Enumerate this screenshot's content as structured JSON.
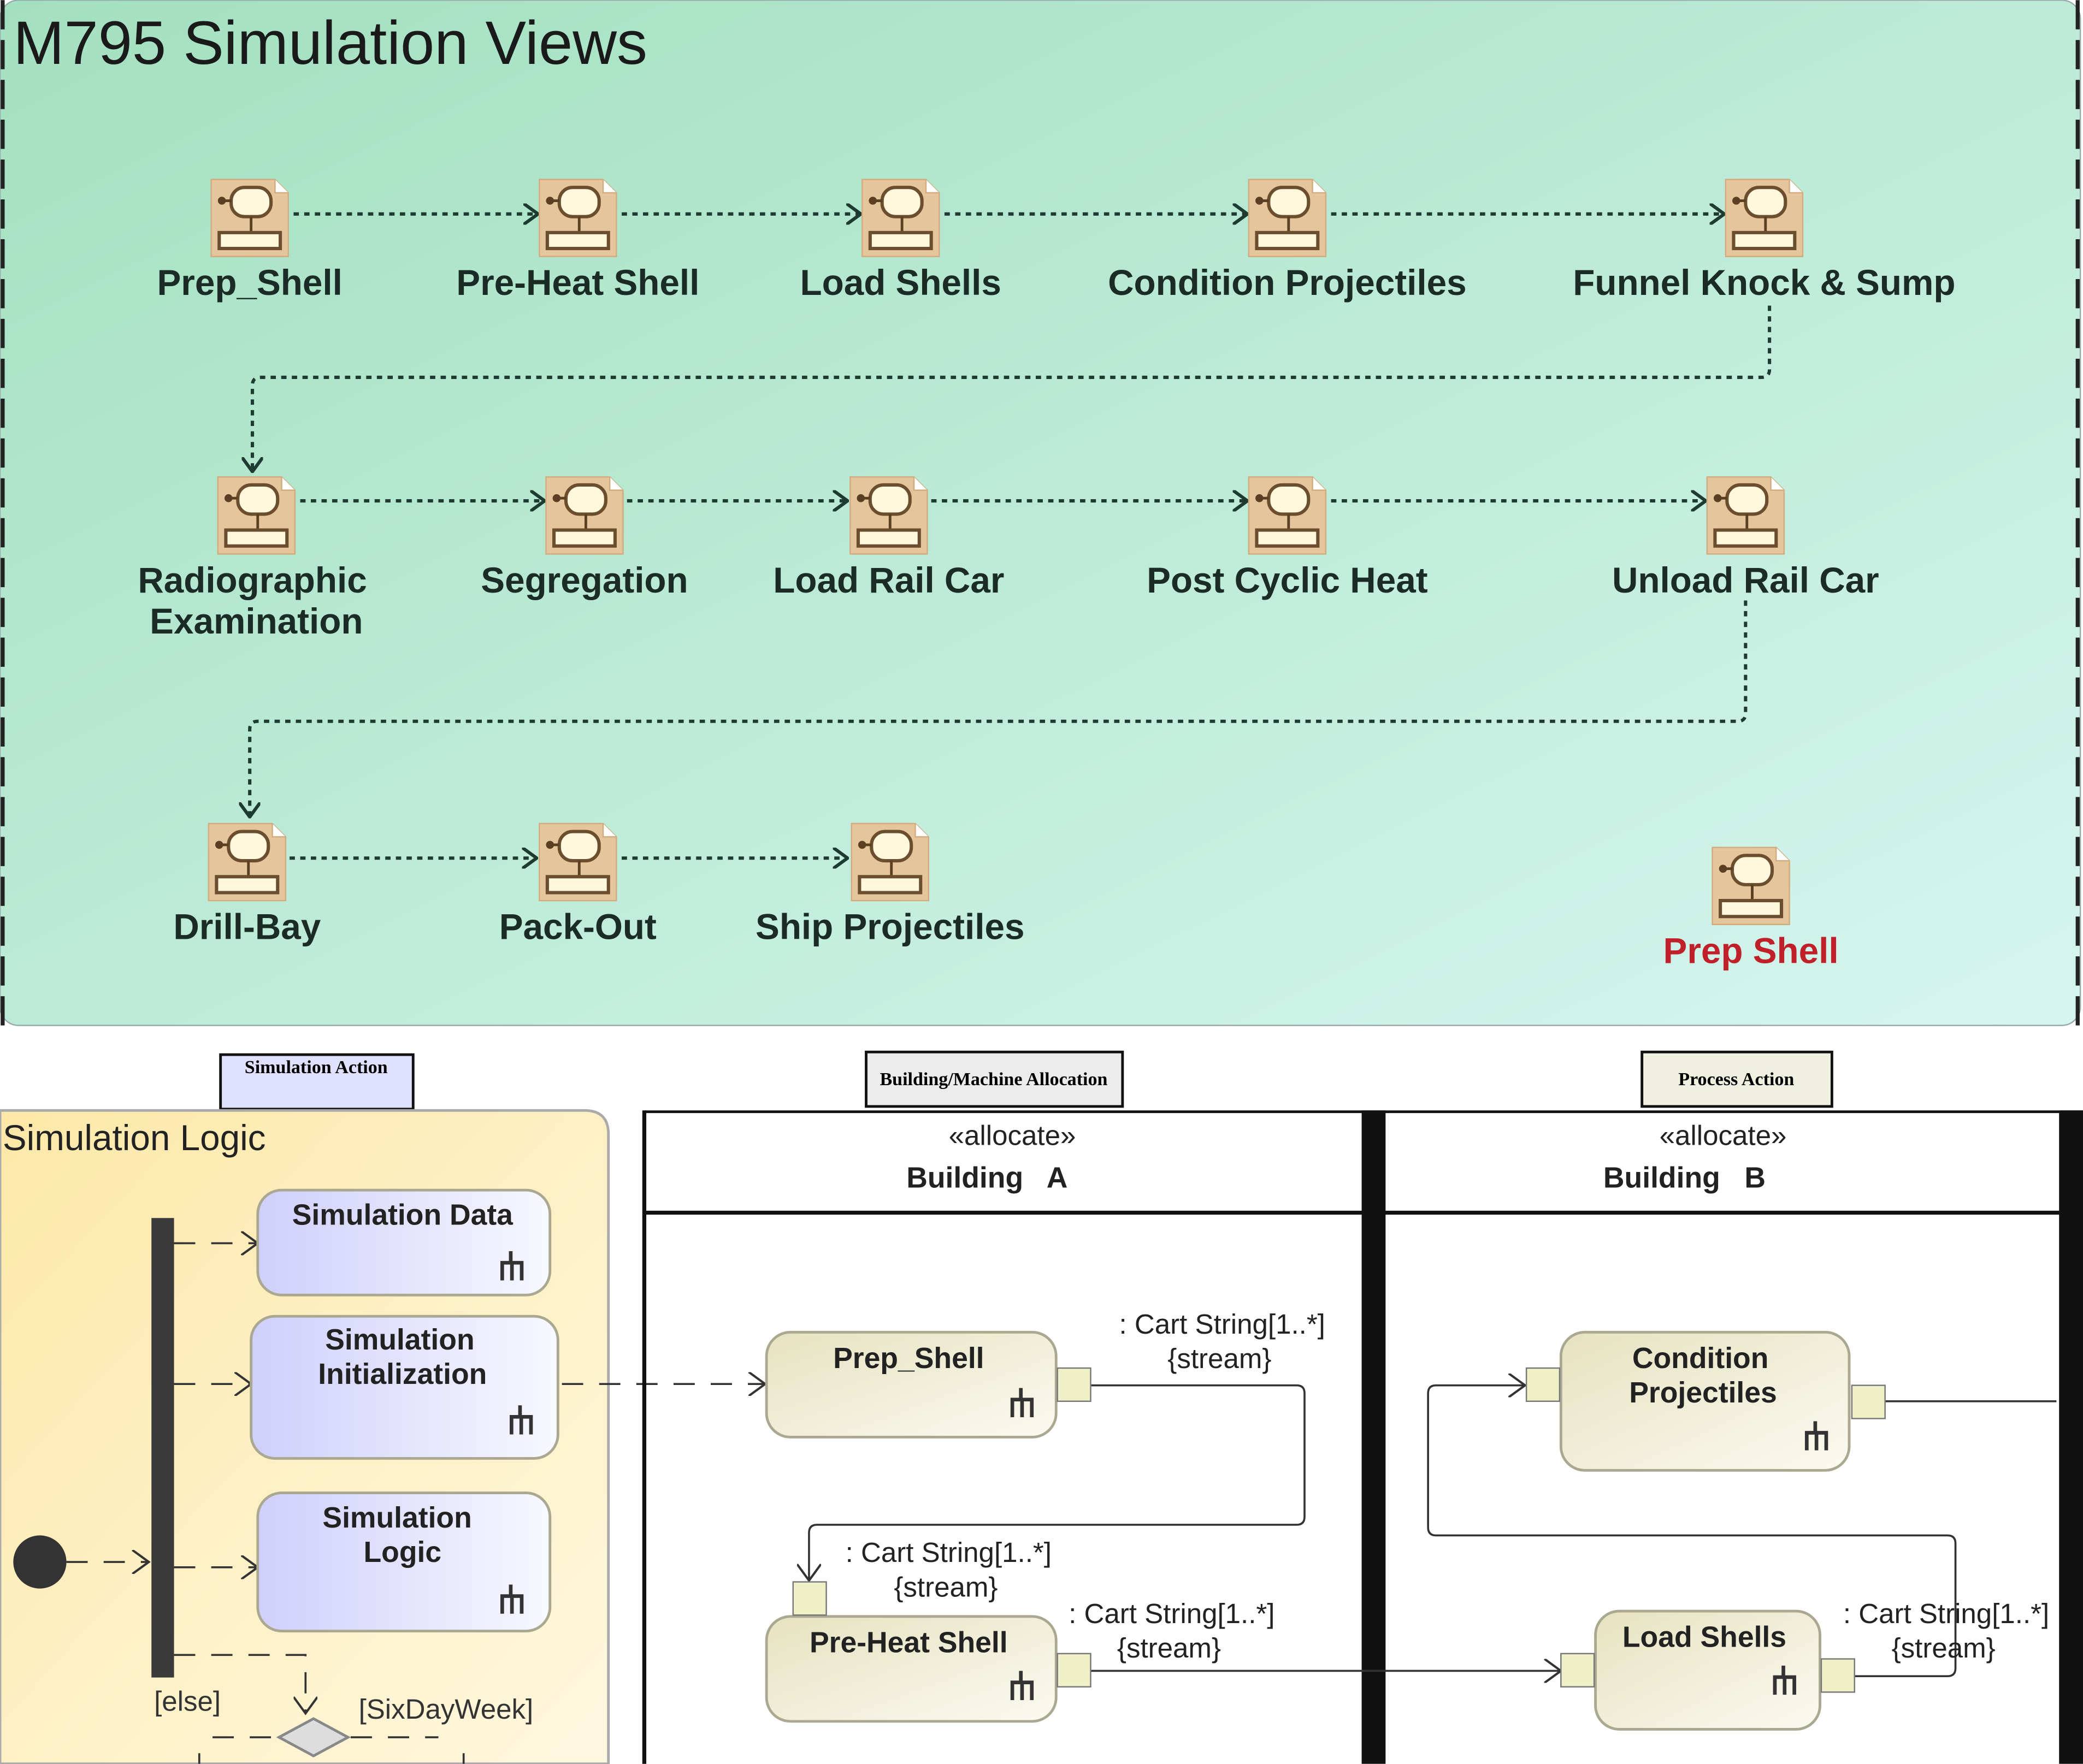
{
  "top_frame": {
    "title": "M795 Simulation Views",
    "background_color": "#a8e3c4",
    "nodes": [
      {
        "label": "Prep_Shell",
        "icon": "diagram-view-icon"
      },
      {
        "label": "Pre-Heat Shell",
        "icon": "diagram-view-icon"
      },
      {
        "label": "Load Shells",
        "icon": "diagram-view-icon"
      },
      {
        "label": "Condition Projectiles",
        "icon": "diagram-view-icon"
      },
      {
        "label": "Funnel Knock & Sump",
        "icon": "diagram-view-icon"
      },
      {
        "label": "Radiographic",
        "label2": "Examination",
        "icon": "diagram-view-icon"
      },
      {
        "label": "Segregation",
        "icon": "diagram-view-icon"
      },
      {
        "label": "Load Rail Car",
        "icon": "diagram-view-icon"
      },
      {
        "label": "Post Cyclic Heat",
        "icon": "diagram-view-icon"
      },
      {
        "label": "Unload Rail Car",
        "icon": "diagram-view-icon"
      },
      {
        "label": "Drill-Bay",
        "icon": "diagram-view-icon"
      },
      {
        "label": "Pack-Out",
        "icon": "diagram-view-icon"
      },
      {
        "label": "Ship Projectiles",
        "icon": "diagram-view-icon"
      },
      {
        "label": "Prep Shell",
        "icon": "diagram-view-icon",
        "color": "#c0202a"
      }
    ]
  },
  "legend": {
    "simulation_action": "Simulation Action",
    "building_allocation": "Building/Machine Allocation",
    "process_action": "Process Action"
  },
  "simulation_logic": {
    "title": "Simulation Logic",
    "actions": [
      "Simulation Data",
      "Simulation",
      "Initialization",
      "Simulation",
      "Logic"
    ],
    "guard_else": "[else]",
    "guard_six": "[SixDayWeek]"
  },
  "lanes": [
    {
      "stereotype": "«allocate»",
      "name": "Building   A"
    },
    {
      "stereotype": "«allocate»",
      "name": "Building   B"
    }
  ],
  "actions": {
    "prep_shell": "Prep_Shell",
    "pre_heat": "Pre-Heat Shell",
    "condition1": "Condition",
    "condition2": "Projectiles",
    "load_shells": "Load Shells"
  },
  "flows": {
    "type": ": Cart String[1..*]",
    "stream": "{stream}"
  }
}
